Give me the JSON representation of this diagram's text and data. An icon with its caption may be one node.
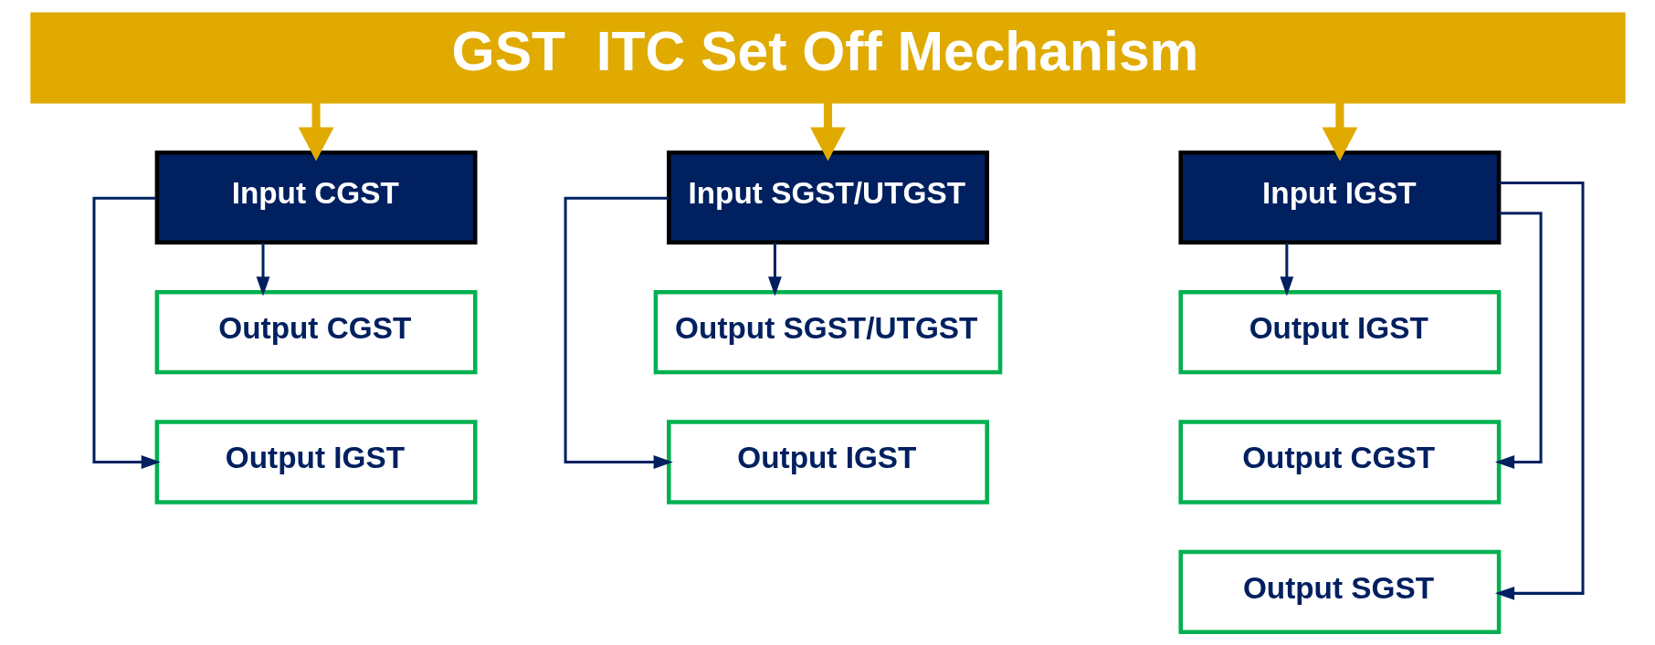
{
  "diagram": {
    "nodes": [
      {
        "text": [
          "GST  ITC Set Off Mechanism"
        ]
      },
      {
        "text": [
          "Input CGST"
        ]
      },
      {
        "text": [
          "Output CGST"
        ]
      },
      {
        "text": [
          "Output IGST"
        ]
      },
      {
        "text": [
          "Input SGST/UTGST"
        ]
      },
      {
        "text": [
          "Output SGST/UTGST"
        ]
      },
      {
        "text": [
          "Output IGST"
        ]
      },
      {
        "text": [
          "Input IGST"
        ]
      },
      {
        "text": [
          "Output IGST"
        ]
      },
      {
        "text": [
          "Output CGST"
        ]
      },
      {
        "text": [
          "Output SGST"
        ]
      }
    ],
    "edges": [
      {
        "from": 0,
        "to": 1,
        "arrow": "to",
        "style": "thick",
        "color": "#e0aa00"
      },
      {
        "from": 0,
        "to": 4,
        "arrow": "to",
        "style": "thick",
        "color": "#e0aa00"
      },
      {
        "from": 0,
        "to": 7,
        "arrow": "to",
        "style": "thick",
        "color": "#e0aa00"
      },
      {
        "from": 1,
        "to": 2,
        "arrow": "to"
      },
      {
        "from": 1,
        "to": 3,
        "arrow": "to"
      },
      {
        "from": 4,
        "to": 5,
        "arrow": "to"
      },
      {
        "from": 4,
        "to": 6,
        "arrow": "to"
      },
      {
        "from": 7,
        "to": 8,
        "arrow": "to"
      },
      {
        "from": 7,
        "to": 9,
        "arrow": "to"
      },
      {
        "from": 7,
        "to": 10,
        "arrow": "to"
      }
    ]
  }
}
